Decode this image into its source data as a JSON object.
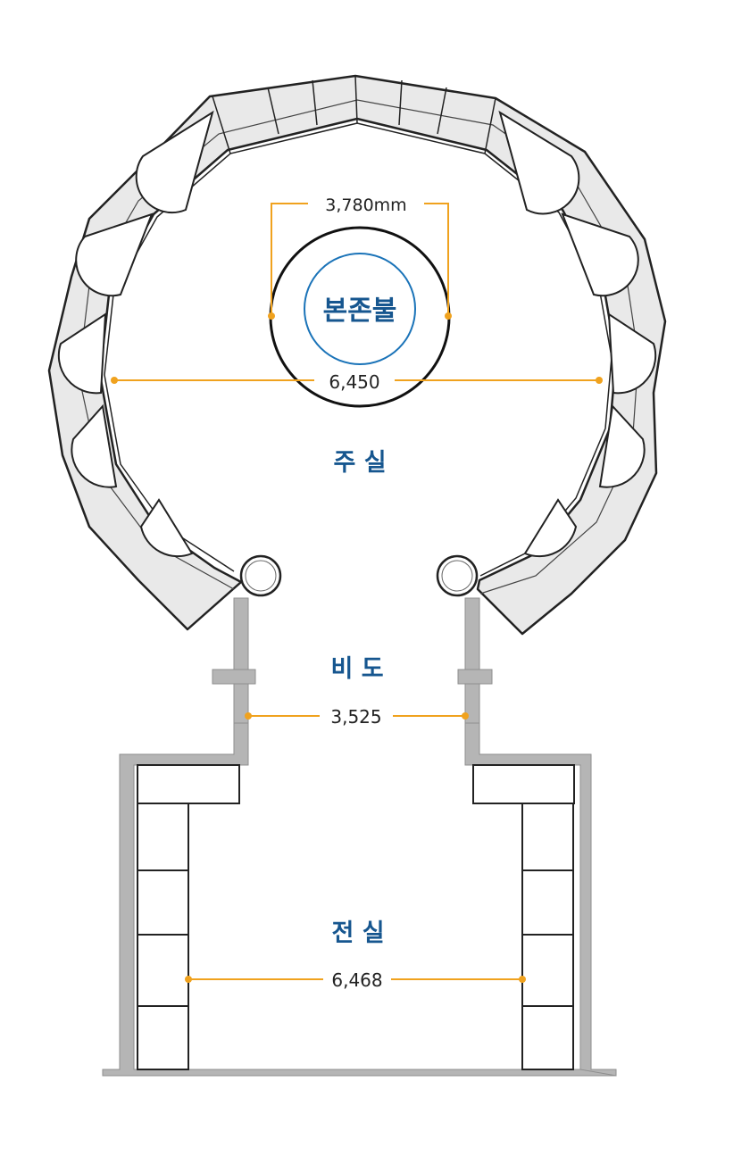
{
  "rooms": {
    "main_chamber": "주 실",
    "corridor": "비 도",
    "antechamber": "전 실"
  },
  "statue": {
    "label": "본존불"
  },
  "dimensions": {
    "statue_width": "3,780mm",
    "main_chamber_diameter": "6,450",
    "corridor_width": "3,525",
    "antechamber_width": "6,468"
  },
  "colors": {
    "label_blue": "#16568f",
    "dimension_orange": "#f0a21e",
    "wall_gray": "#b5b5b5",
    "outline_dark": "#333333"
  }
}
